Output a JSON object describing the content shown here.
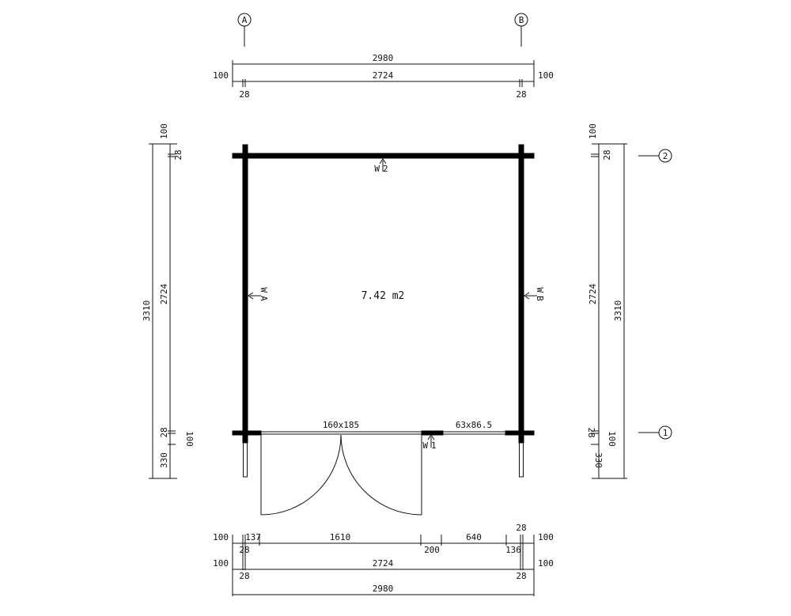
{
  "grid": {
    "axes_x": [
      {
        "label": "A"
      },
      {
        "label": "B"
      }
    ],
    "axes_y": [
      {
        "label": "2"
      },
      {
        "label": "1"
      }
    ]
  },
  "room": {
    "area_label": "7.42 m2"
  },
  "walls": {
    "front": "W1",
    "back": "W2",
    "left": "WA",
    "right": "WB"
  },
  "openings": {
    "door": "160x185",
    "window": "63x86.5"
  },
  "dims_top": {
    "overall": "2980",
    "inner": "2724",
    "overhang_left": "100",
    "overhang_right": "100",
    "wall_left": "28",
    "wall_right": "28"
  },
  "dims_left": {
    "overall": "3310",
    "inner": "2724",
    "top_overhang": "100",
    "top_wall": "28",
    "bottom_wall": "28",
    "bottom_overhang": "100",
    "porch": "330"
  },
  "dims_right": {
    "overall": "3310",
    "inner": "2724",
    "top_overhang": "100",
    "top_wall": "28",
    "bottom_wall": "28",
    "bottom_overhang": "100",
    "porch": "330"
  },
  "dims_bottom": {
    "row1": {
      "overhang_left": "100",
      "pier_left": "137",
      "door_span": "1610",
      "between": "200",
      "window_span": "640",
      "pier_right": "136",
      "overhang_right": "100",
      "wall_left": "28",
      "wall_right": "28"
    },
    "row2": {
      "overhang_left": "100",
      "inner": "2724",
      "overhang_right": "100",
      "wall_left": "28",
      "wall_right": "28"
    },
    "overall": "2980"
  }
}
